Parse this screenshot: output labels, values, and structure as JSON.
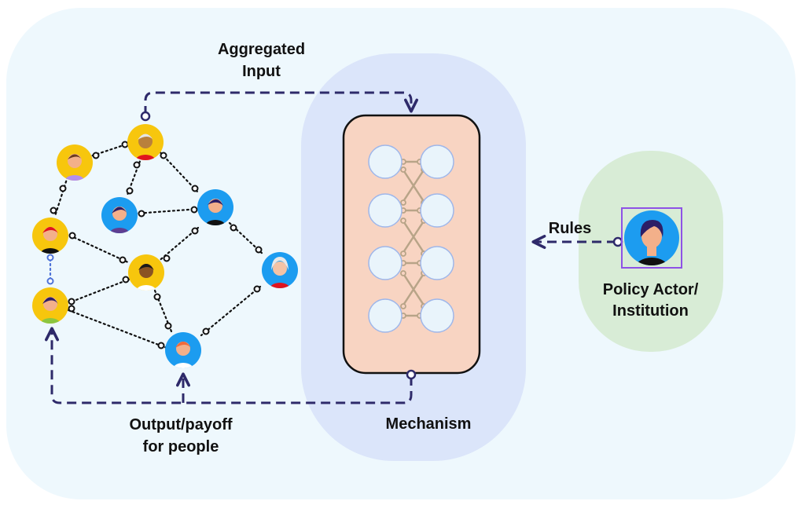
{
  "labels": {
    "aggregated_line1": "Aggregated",
    "aggregated_line2": "Input",
    "rules": "Rules",
    "policy_line1": "Policy Actor/",
    "policy_line2": "Institution",
    "output_line1": "Output/payoff",
    "output_line2": "for people",
    "mechanism": "Mechanism"
  },
  "colors": {
    "background_panel": "#eef8fd",
    "mechanism_panel": "#dbe5fa",
    "policy_panel": "#d8ecd6",
    "mechanism_box": "#f8d4c2",
    "node_fill": "#e9f4fb",
    "arrow": "#2e2a6a",
    "avatar_yellow": "#f7c60d",
    "avatar_blue": "#1c9cf0",
    "highlight_box": "#8e52e6"
  },
  "icons": {
    "people": [
      "person-avatar-icon"
    ],
    "policy_actor": "policy-actor-avatar-icon",
    "network": "neural-network-icon"
  }
}
